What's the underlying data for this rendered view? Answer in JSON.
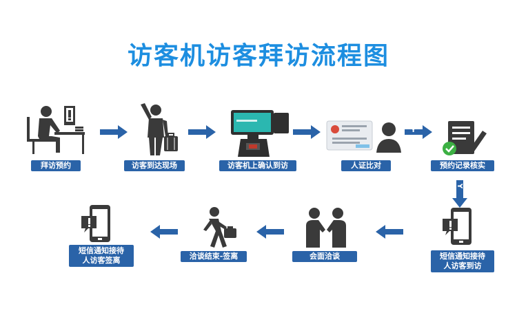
{
  "title": "访客机访客拜访流程图",
  "steps": [
    {
      "label": "拜访预约"
    },
    {
      "label": "访客到达现场"
    },
    {
      "label": "访客机上确认到访"
    },
    {
      "label": "人证比对"
    },
    {
      "label": "预约记录核实"
    },
    {
      "label_line1": "短信通知接待",
      "label_line2": "人访客到访"
    },
    {
      "label": "会面洽谈"
    },
    {
      "label": "洽谈结束-签离"
    },
    {
      "label_line1": "短信通知接待",
      "label_line2": "人访客签离"
    }
  ],
  "branch_label_right": "Y",
  "branch_label_down": "Y",
  "colors": {
    "title": "#1d8ee0",
    "label_bg": "#2a63a8",
    "arrow": "#2a63a8",
    "icon_dark": "#3a3a3a",
    "screen_teal": "#2bb7b0",
    "check_green": "#3cb043"
  }
}
